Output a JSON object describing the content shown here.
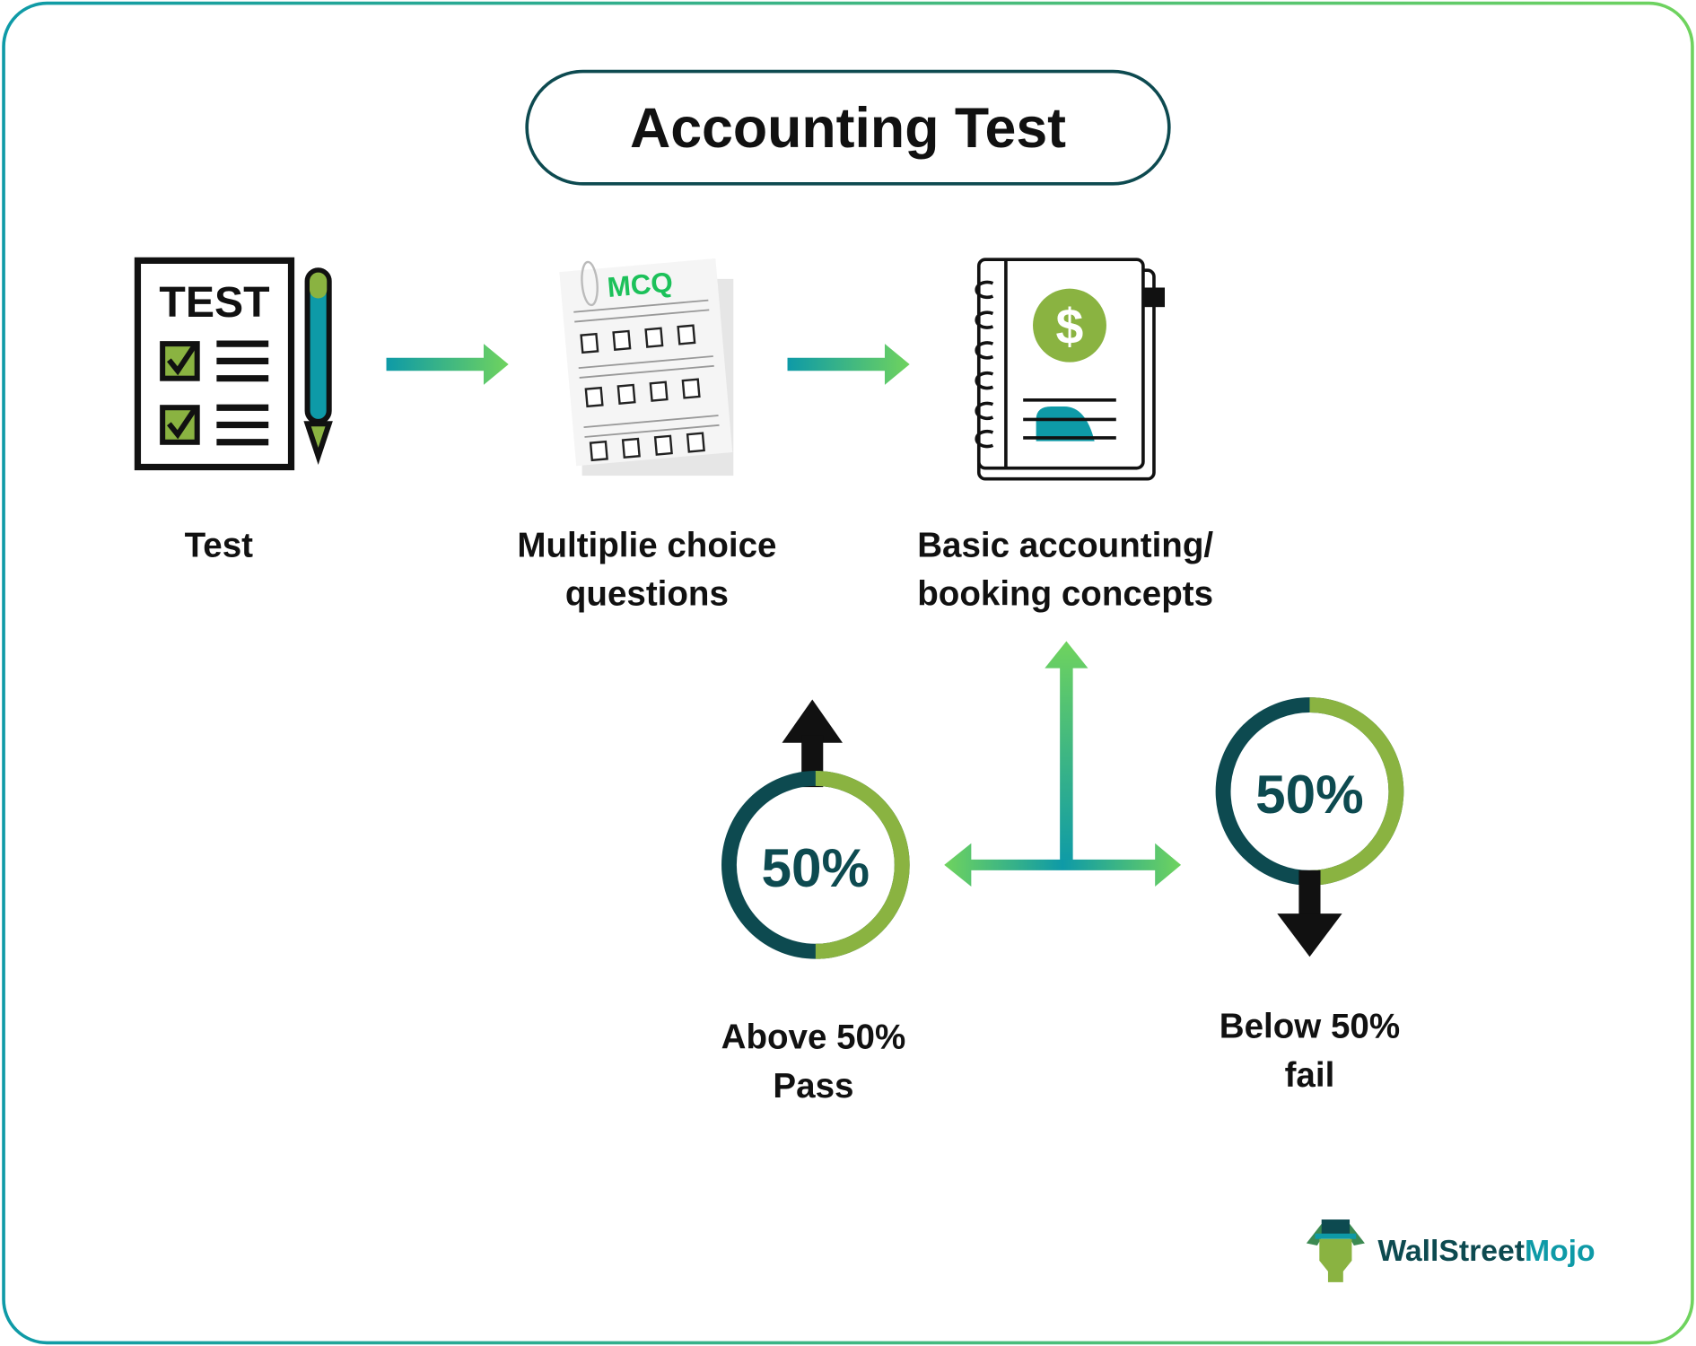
{
  "title": "Accounting Test",
  "steps": [
    {
      "label_lines": [
        "Test"
      ],
      "icon": "test-sheet-icon",
      "icon_text": "TEST"
    },
    {
      "label_lines": [
        "Multiplie choice",
        "questions"
      ],
      "icon": "mcq-sheet-icon",
      "icon_text": "MCQ"
    },
    {
      "label_lines": [
        "Basic accounting/",
        "booking concepts"
      ],
      "icon": "accounting-notebook-icon",
      "icon_text": "$"
    }
  ],
  "outcomes": [
    {
      "percent": "50%",
      "label_lines": [
        "Above 50%",
        "Pass"
      ],
      "direction": "up"
    },
    {
      "percent": "50%",
      "label_lines": [
        "Below 50%",
        "fail"
      ],
      "direction": "down"
    }
  ],
  "logo": {
    "part1": "WallStreet",
    "part2": "Mojo"
  },
  "colors": {
    "dark_teal": "#0d4a50",
    "green": "#8ab341",
    "teal": "#0e9aa7",
    "light_green": "#6fd35e",
    "mcq_green": "#1cc15a"
  }
}
